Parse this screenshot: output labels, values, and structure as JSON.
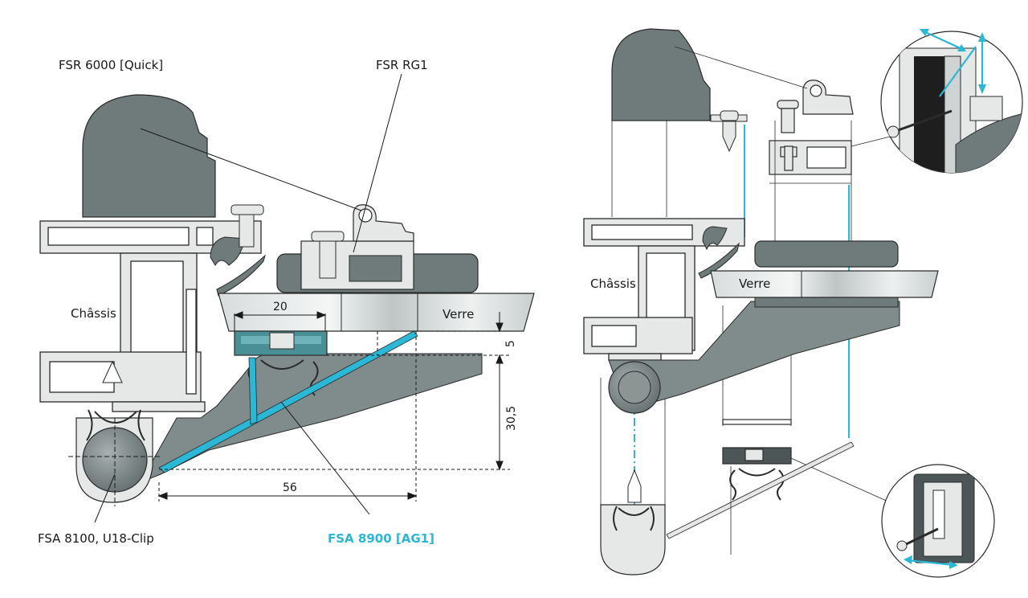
{
  "colors": {
    "dark_grey": "#6f7a7a",
    "mid_grey": "#8c9494",
    "light_metal": "#e6e8e8",
    "accent_cyan": "#2bb7d6",
    "teal": "#4a8f96",
    "outline": "#2a2a2a"
  },
  "left_view": {
    "labels": {
      "fsr_6000": "FSR 6000 [Quick]",
      "fsr_rg1": "FSR RG1",
      "chassis": "Châssis",
      "verre": "Verre",
      "fsa_8100": "FSA 8100, U18-Clip",
      "fsa_8900": "FSA 8900 [AG1]"
    },
    "dimensions": {
      "d_20": "20",
      "d_5": "5",
      "d_30_5": "30,5",
      "d_56": "56"
    }
  },
  "right_view": {
    "labels": {
      "chassis": "Châssis",
      "verre": "Verre"
    },
    "detail_callouts": [
      "adjustment-detail-top",
      "adjustment-detail-bottom"
    ]
  }
}
